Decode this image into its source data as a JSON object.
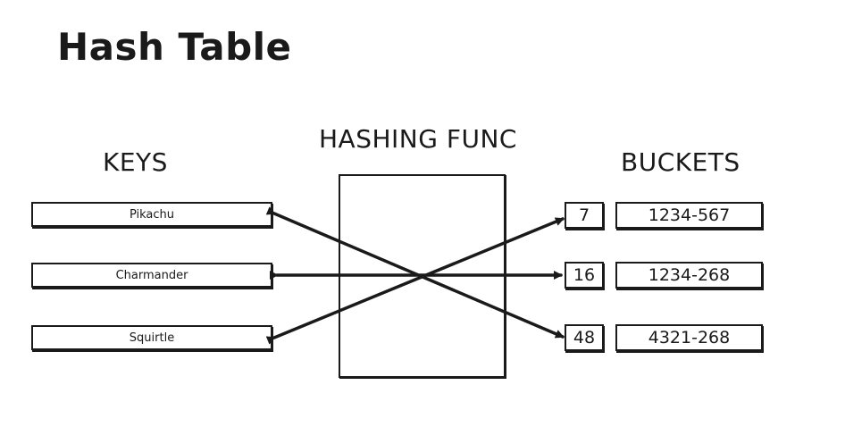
{
  "title": "Hash Table",
  "headings": {
    "keys": "KEYS",
    "hashing": "HASHING FUNC",
    "buckets": "BUCKETS"
  },
  "keys": [
    "Pikachu",
    "Charmander",
    "Squirtle"
  ],
  "buckets": [
    {
      "index": "7",
      "value": "1234-567"
    },
    {
      "index": "16",
      "value": "1234-268"
    },
    {
      "index": "48",
      "value": "4321-268"
    }
  ],
  "colors": {
    "ink": "#1a1a1a",
    "background": "#ffffff"
  }
}
